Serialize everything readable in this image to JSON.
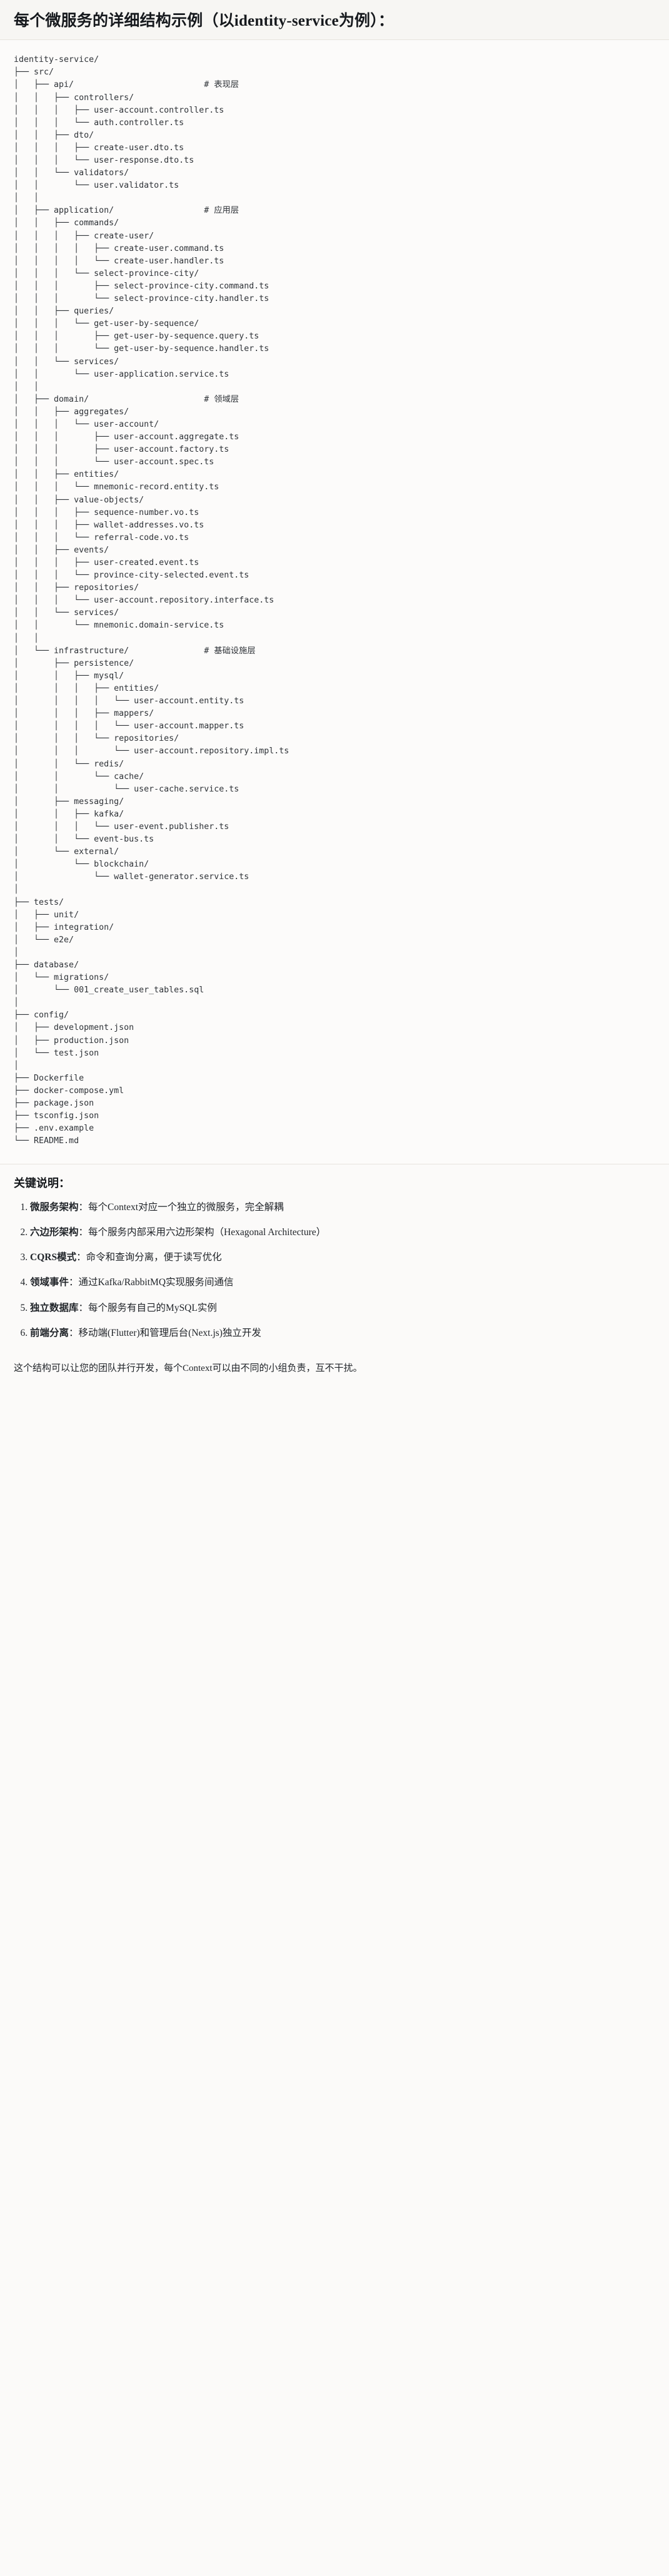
{
  "document": {
    "title": "每个微服务的详细结构示例（以identity-service为例）：",
    "tree": "identity-service/\n├── src/\n│   ├── api/                          # 表现层\n│   │   ├── controllers/\n│   │   │   ├── user-account.controller.ts\n│   │   │   └── auth.controller.ts\n│   │   ├── dto/\n│   │   │   ├── create-user.dto.ts\n│   │   │   └── user-response.dto.ts\n│   │   └── validators/\n│   │       └── user.validator.ts\n│   │\n│   ├── application/                  # 应用层\n│   │   ├── commands/\n│   │   │   ├── create-user/\n│   │   │   │   ├── create-user.command.ts\n│   │   │   │   └── create-user.handler.ts\n│   │   │   └── select-province-city/\n│   │   │       ├── select-province-city.command.ts\n│   │   │       └── select-province-city.handler.ts\n│   │   ├── queries/\n│   │   │   └── get-user-by-sequence/\n│   │   │       ├── get-user-by-sequence.query.ts\n│   │   │       └── get-user-by-sequence.handler.ts\n│   │   └── services/\n│   │       └── user-application.service.ts\n│   │\n│   ├── domain/                       # 领域层\n│   │   ├── aggregates/\n│   │   │   └── user-account/\n│   │   │       ├── user-account.aggregate.ts\n│   │   │       ├── user-account.factory.ts\n│   │   │       └── user-account.spec.ts\n│   │   ├── entities/\n│   │   │   └── mnemonic-record.entity.ts\n│   │   ├── value-objects/\n│   │   │   ├── sequence-number.vo.ts\n│   │   │   ├── wallet-addresses.vo.ts\n│   │   │   └── referral-code.vo.ts\n│   │   ├── events/\n│   │   │   ├── user-created.event.ts\n│   │   │   └── province-city-selected.event.ts\n│   │   ├── repositories/\n│   │   │   └── user-account.repository.interface.ts\n│   │   └── services/\n│   │       └── mnemonic.domain-service.ts\n│   │\n│   └── infrastructure/               # 基础设施层\n│       ├── persistence/\n│       │   ├── mysql/\n│       │   │   ├── entities/\n│       │   │   │   └── user-account.entity.ts\n│       │   │   ├── mappers/\n│       │   │   │   └── user-account.mapper.ts\n│       │   │   └── repositories/\n│       │   │       └── user-account.repository.impl.ts\n│       │   └── redis/\n│       │       └── cache/\n│       │           └── user-cache.service.ts\n│       ├── messaging/\n│       │   ├── kafka/\n│       │   │   └── user-event.publisher.ts\n│       │   └── event-bus.ts\n│       └── external/\n│           └── blockchain/\n│               └── wallet-generator.service.ts\n│\n├── tests/\n│   ├── unit/\n│   ├── integration/\n│   └── e2e/\n│\n├── database/\n│   └── migrations/\n│       └── 001_create_user_tables.sql\n│\n├── config/\n│   ├── development.json\n│   ├── production.json\n│   └── test.json\n│\n├── Dockerfile\n├── docker-compose.yml\n├── package.json\n├── tsconfig.json\n├── .env.example\n└── README.md",
    "notes_title": "关键说明：",
    "notes": [
      {
        "term": "微服务架构",
        "sep": "：",
        "desc": "每个Context对应一个独立的微服务，完全解耦"
      },
      {
        "term": "六边形架构",
        "sep": "：",
        "desc": "每个服务内部采用六边形架构（Hexagonal Architecture）"
      },
      {
        "term": "CQRS模式",
        "sep": "：",
        "desc": "命令和查询分离，便于读写优化"
      },
      {
        "term": "领域事件",
        "sep": "：",
        "desc": "通过Kafka/RabbitMQ实现服务间通信"
      },
      {
        "term": "独立数据库",
        "sep": "：",
        "desc": "每个服务有自己的MySQL实例"
      },
      {
        "term": "前端分离",
        "sep": "：",
        "desc": "移动端(Flutter)和管理后台(Next.js)独立开发"
      }
    ],
    "closing": "这个结构可以让您的团队并行开发，每个Context可以由不同的小组负责，互不干扰。"
  }
}
